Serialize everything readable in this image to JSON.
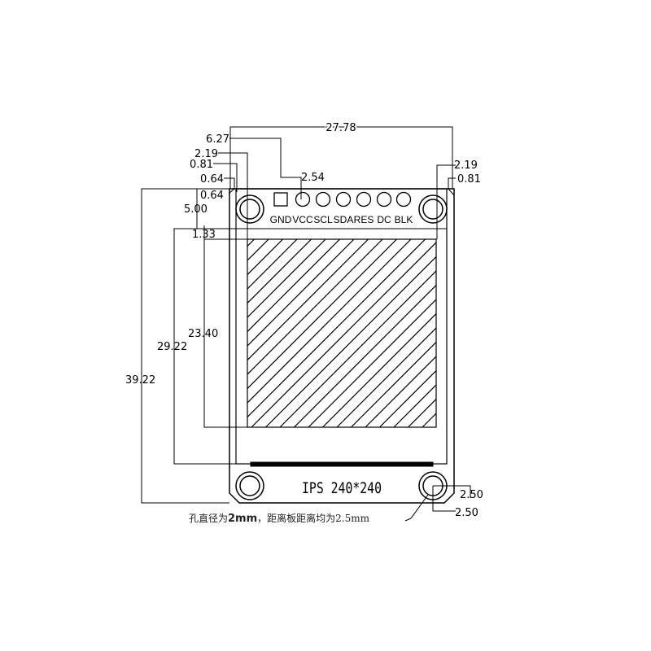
{
  "dimensions": {
    "overall_width": "27.78",
    "pin1_offset": "6.27",
    "left_glass_to_active": "2.19",
    "left_board_to_glass": "0.81",
    "left_offset_a": "0.64",
    "left_offset_b": "0.64",
    "header_height": "5.00",
    "header_to_active": "1.33",
    "active_height": "23.40",
    "glass_height": "29.22",
    "overall_height": "39.22",
    "pin_pitch": "2.54",
    "right_glass_to_active": "2.19",
    "right_board_to_glass": "0.81",
    "hole_offset_x": "2.50",
    "hole_offset_y": "2.50"
  },
  "pins": [
    "GND",
    "VCC",
    "SCL",
    "SDA",
    "RES",
    "DC",
    "BLK"
  ],
  "display_label": "IPS 240*240",
  "note": {
    "prefix": "孔直径为",
    "bold": "2mm",
    "suffix": "，距离板距离均为2.5mm"
  }
}
